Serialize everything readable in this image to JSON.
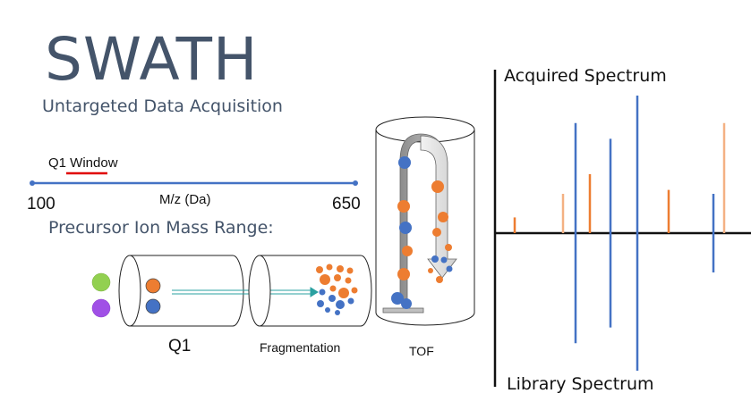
{
  "title": "SWATH",
  "subtitle": "Untargeted Data Acquisition",
  "range": {
    "window_label": "Q1 Window",
    "axis_label": "M/z (Da)",
    "min": "100",
    "max": "650",
    "heading": "Precursor Ion Mass Range:"
  },
  "stages": {
    "q1": "Q1",
    "fragmentation": "Fragmentation",
    "tof": "TOF"
  },
  "spectrum": {
    "acquired_label": "Acquired Spectrum",
    "library_label": "Library Spectrum"
  },
  "colors": {
    "slate": "#44546a",
    "blue": "#4472c4",
    "orange": "#ed7d31",
    "light_orange": "#f4b183",
    "green": "#92d050",
    "purple": "#a050e6",
    "window_red": "#e00000",
    "teal_arrow": "#2aa0a0"
  },
  "chart_data": {
    "type": "bar",
    "description_units": "relative intensity, arbitrary units",
    "acquired_peaks": [
      {
        "x": 1,
        "height": 0.2,
        "color": "orange"
      },
      {
        "x": 2,
        "height": 0.5,
        "color": "light_orange"
      },
      {
        "x": 3,
        "height": 1.4,
        "color": "blue"
      },
      {
        "x": 4,
        "height": 0.75,
        "color": "orange"
      },
      {
        "x": 5,
        "height": 1.2,
        "color": "blue"
      },
      {
        "x": 6,
        "height": 1.75,
        "color": "blue"
      },
      {
        "x": 7,
        "height": 0.55,
        "color": "orange"
      },
      {
        "x": 8,
        "height": 0.5,
        "color": "blue"
      },
      {
        "x": 9,
        "height": 1.4,
        "color": "light_orange"
      }
    ],
    "library_peaks": [
      {
        "x": 3,
        "height": 1.4,
        "color": "blue"
      },
      {
        "x": 5,
        "height": 1.2,
        "color": "blue"
      },
      {
        "x": 6,
        "height": 1.75,
        "color": "blue"
      },
      {
        "x": 8,
        "height": 0.5,
        "color": "blue"
      }
    ]
  }
}
